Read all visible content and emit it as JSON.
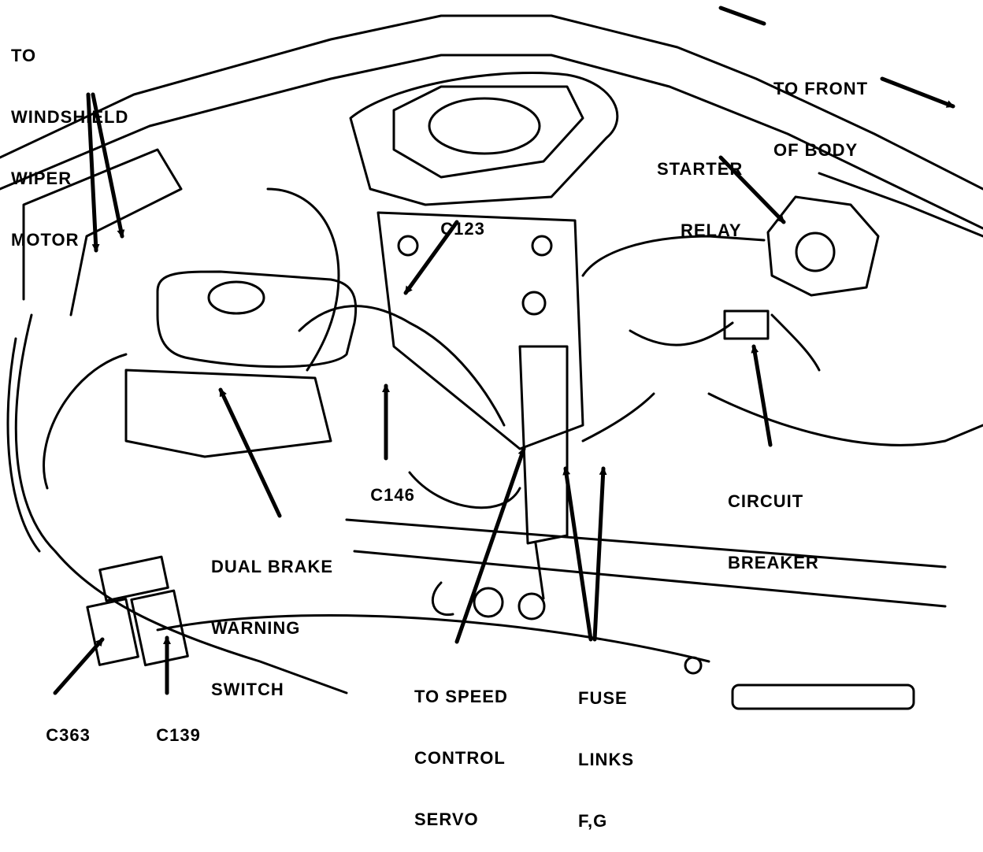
{
  "labels": {
    "wiper": [
      "TO",
      "WINDSHIELD",
      "WIPER",
      "MOTOR"
    ],
    "front": [
      "TO FRONT",
      "OF BODY"
    ],
    "starter": [
      "STARTER",
      "RELAY"
    ],
    "c123": "C123",
    "c146": "C146",
    "breaker": [
      "CIRCUIT",
      "BREAKER"
    ],
    "brake_switch": [
      "DUAL BRAKE",
      "WARNING",
      "SWITCH"
    ],
    "speed_servo": [
      "TO SPEED",
      "CONTROL",
      "SERVO"
    ],
    "fuse_links": [
      "FUSE",
      "LINKS",
      "F,G"
    ],
    "c363": "C363",
    "c139": "C139"
  }
}
